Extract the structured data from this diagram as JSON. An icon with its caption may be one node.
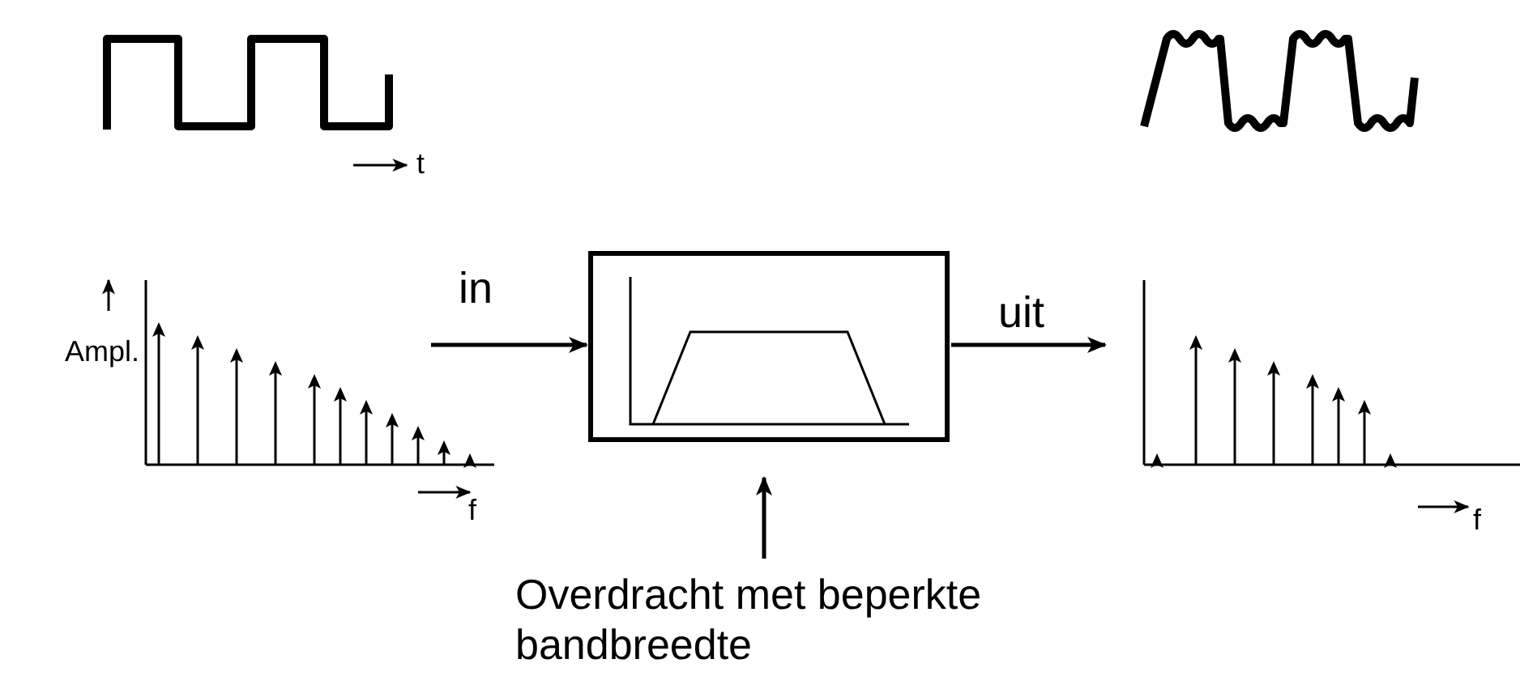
{
  "diagram": {
    "nodes": [
      {
        "text": [],
        "shape": "box"
      },
      {
        "text": [
          "Overdracht met beperkte bandbreedte"
        ]
      }
    ],
    "edges": [
      {
        "from": null,
        "to": 0,
        "arrow": "to",
        "label": "in"
      },
      {
        "from": 0,
        "to": null,
        "arrow": "to",
        "label": "uit"
      },
      {
        "from": 1,
        "to": 0,
        "arrow": "to"
      }
    ],
    "labels": [
      "t",
      "Ampl.",
      "f",
      "f"
    ]
  }
}
